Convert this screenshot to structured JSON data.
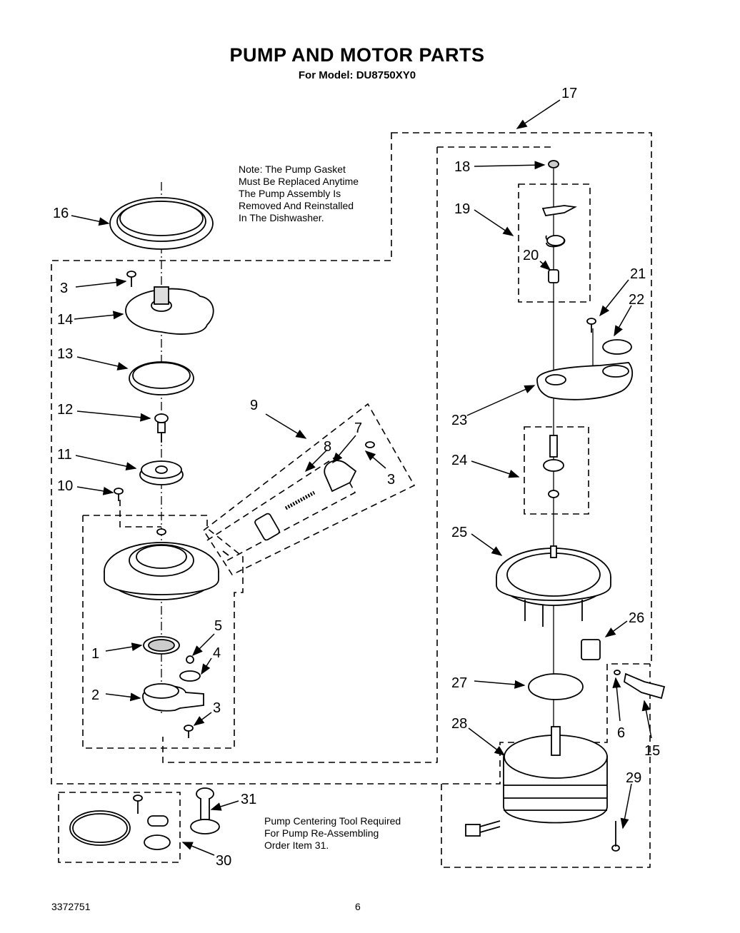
{
  "title": "PUMP AND MOTOR PARTS",
  "subtitle": "For Model: DU8750XY0",
  "note_gasket": "Note: The Pump Gasket\nMust Be Replaced Anytime\nThe Pump Assembly Is\nRemoved And Reinstalled\nIn The Dishwasher.",
  "note_tool": "Pump Centering Tool Required\nFor Pump Re-Assembling\nOrder Item 31.",
  "footer": {
    "doc_number": "3372751",
    "page_number": "6"
  },
  "callouts": {
    "c16": "16",
    "c3a": "3",
    "c14": "14",
    "c13": "13",
    "c12": "12",
    "c11": "11",
    "c10": "10",
    "c9": "9",
    "c8": "8",
    "c7": "7",
    "c3b": "3",
    "c5": "5",
    "c4": "4",
    "c1": "1",
    "c2": "2",
    "c3c": "3",
    "c31": "31",
    "c30": "30",
    "c17": "17",
    "c18": "18",
    "c19": "19",
    "c20": "20",
    "c21": "21",
    "c22": "22",
    "c23": "23",
    "c24": "24",
    "c25": "25",
    "c26": "26",
    "c27": "27",
    "c6": "6",
    "c15": "15",
    "c28": "28",
    "c29": "29"
  }
}
